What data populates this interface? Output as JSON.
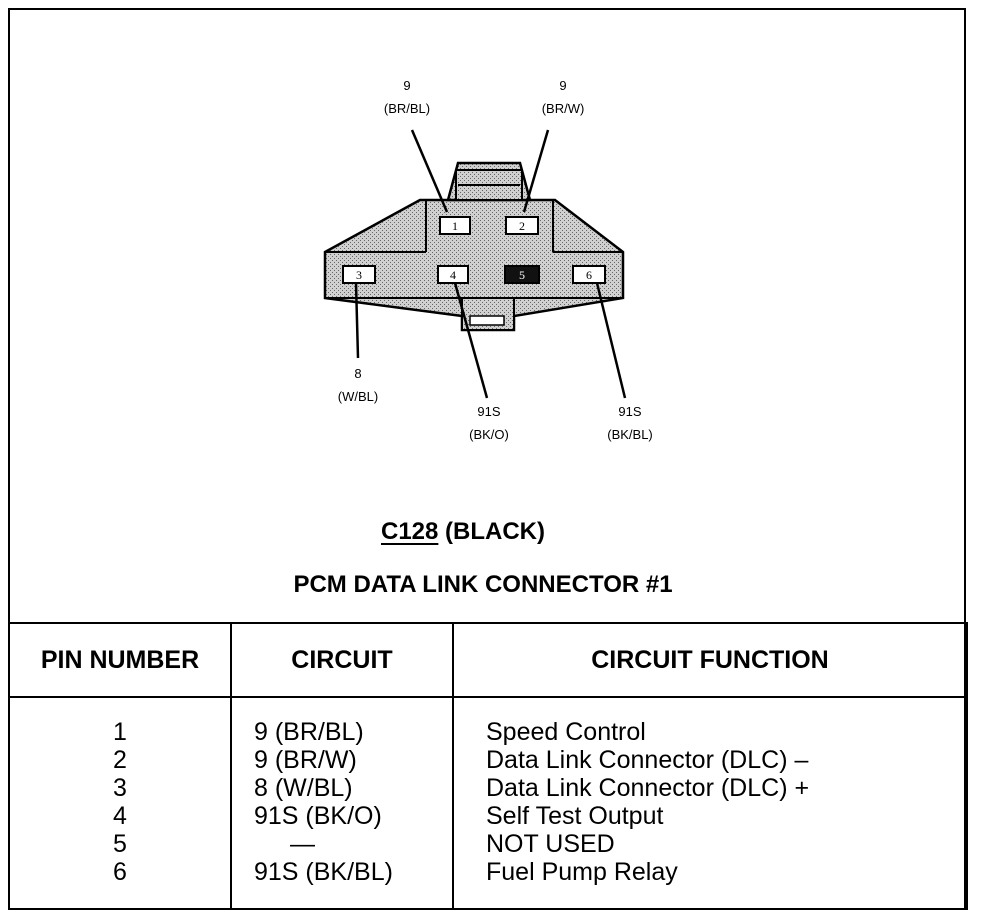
{
  "connector": {
    "id": "C128",
    "color_label": "(BLACK)",
    "name": "PCM DATA LINK CONNECTOR #1",
    "cavities": [
      "1",
      "2",
      "3",
      "4",
      "5",
      "6"
    ],
    "wire_labels": [
      {
        "pin": "1",
        "circuit": "9",
        "color": "(BR/BL)"
      },
      {
        "pin": "2",
        "circuit": "9",
        "color": "(BR/W)"
      },
      {
        "pin": "3",
        "circuit": "8",
        "color": "(W/BL)"
      },
      {
        "pin": "4",
        "circuit": "91S",
        "color": "(BK/O)"
      },
      {
        "pin": "6",
        "circuit": "91S",
        "color": "(BK/BL)"
      }
    ]
  },
  "table": {
    "headers": {
      "pin": "PIN NUMBER",
      "circuit": "CIRCUIT",
      "function": "CIRCUIT FUNCTION"
    },
    "rows": [
      {
        "pin": "1",
        "circuit": "9 (BR/BL)",
        "function": "Speed Control"
      },
      {
        "pin": "2",
        "circuit": "9 (BR/W)",
        "function": "Data Link Connector (DLC) –"
      },
      {
        "pin": "3",
        "circuit": "8 (W/BL)",
        "function": "Data Link Connector (DLC) +"
      },
      {
        "pin": "4",
        "circuit": "91S (BK/O)",
        "function": "Self Test Output"
      },
      {
        "pin": "5",
        "circuit": "—",
        "function": "NOT USED"
      },
      {
        "pin": "6",
        "circuit": "91S (BK/BL)",
        "function": "Fuel Pump Relay"
      }
    ]
  }
}
